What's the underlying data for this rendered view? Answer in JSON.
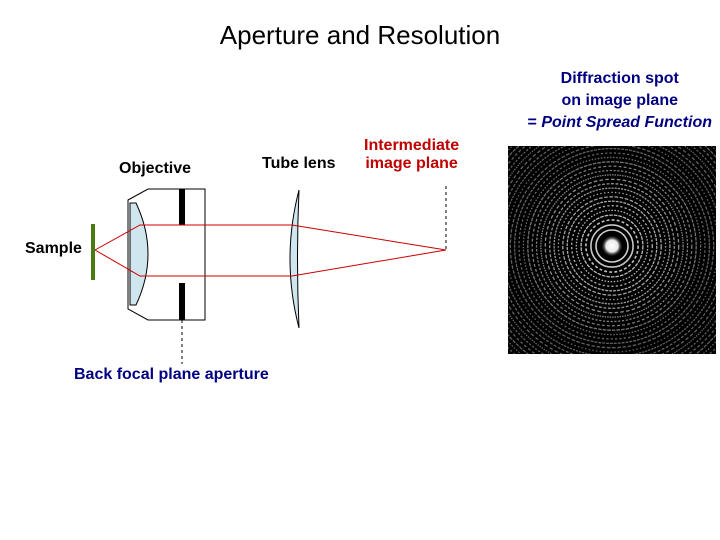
{
  "title": "Aperture and Resolution",
  "labels": {
    "diffraction_line1": "Diffraction spot",
    "diffraction_line2": "on image plane",
    "diffraction_line3_prefix": "= ",
    "diffraction_line3_italic": "Point Spread Function",
    "objective": "Objective",
    "tube_lens": "Tube lens",
    "intermediate_line1": "Intermediate",
    "intermediate_line2": "image plane",
    "sample": "Sample",
    "back_focal_plane": "Back focal plane aperture"
  },
  "colors": {
    "title_text": "#000000",
    "psf_label": "#000080",
    "intermediate_label": "#c00000",
    "bfp_label": "#000080",
    "rays": "#cc0000",
    "lens_fill": "#cfe6ee",
    "sample_bar": "#4a7a12"
  }
}
